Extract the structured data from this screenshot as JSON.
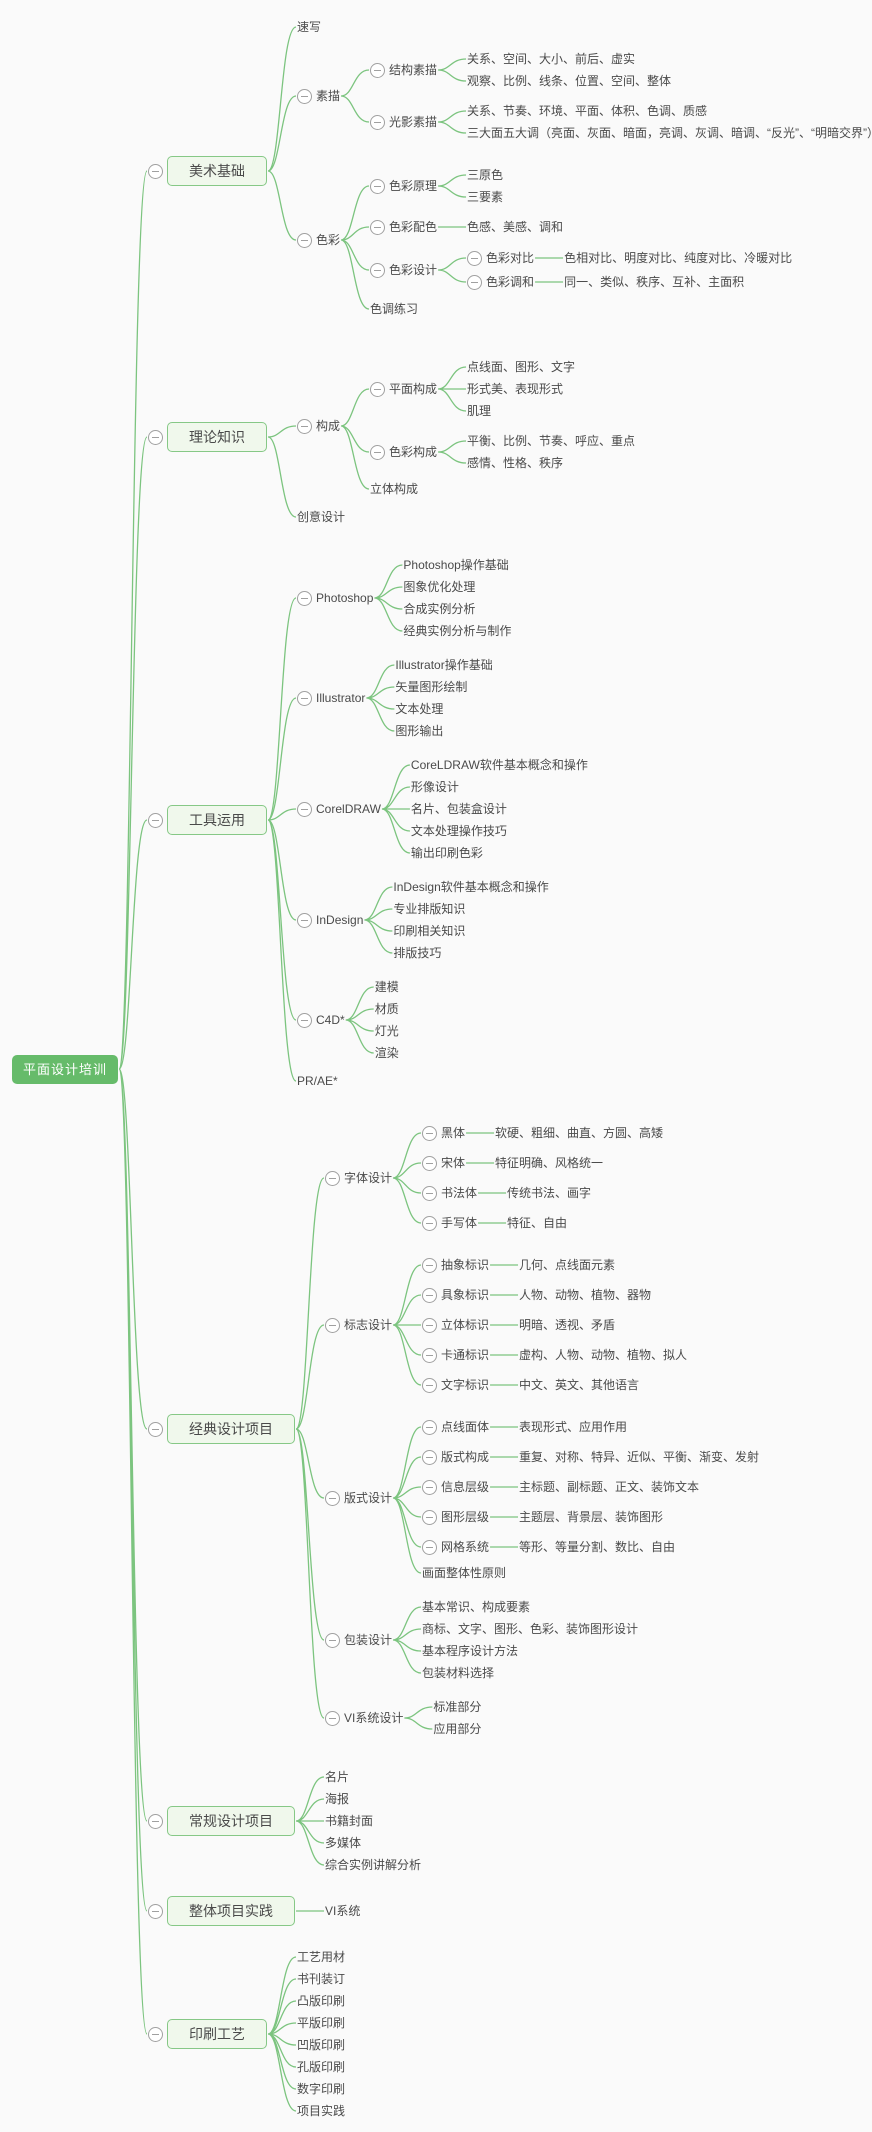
{
  "palette": {
    "background": "#fafafa",
    "text": "#4a4a4a",
    "connector": "#7cc47f",
    "root_fill": "#66bb6a",
    "root_text": "#ffffff",
    "branch_fill": "#f0f8ec",
    "branch_border": "#86c886",
    "icon_border": "#a0a0a0"
  },
  "tree": {
    "label": "平面设计培训",
    "type": "root",
    "children": [
      {
        "label": "美术基础",
        "type": "box",
        "children": [
          {
            "label": "速写"
          },
          {
            "label": "素描",
            "children": [
              {
                "label": "结构素描",
                "children": [
                  {
                    "label": "关系、空间、大小、前后、虚实"
                  },
                  {
                    "label": "观察、比例、线条、位置、空间、整体"
                  }
                ]
              },
              {
                "label": "光影素描",
                "children": [
                  {
                    "label": "关系、节奏、环境、平面、体积、色调、质感"
                  },
                  {
                    "label": "三大面五大调（亮面、灰面、暗面，亮调、灰调、暗调、“反光”、“明暗交界”）"
                  }
                ]
              }
            ]
          },
          {
            "label": "色彩",
            "children": [
              {
                "label": "色彩原理",
                "children": [
                  {
                    "label": "三原色"
                  },
                  {
                    "label": "三要素"
                  }
                ]
              },
              {
                "label": "色彩配色",
                "children": [
                  {
                    "label": "色感、美感、调和"
                  }
                ]
              },
              {
                "label": "色彩设计",
                "children": [
                  {
                    "label": "色彩对比",
                    "children": [
                      {
                        "label": "色相对比、明度对比、纯度对比、冷暖对比"
                      }
                    ]
                  },
                  {
                    "label": "色彩调和",
                    "children": [
                      {
                        "label": "同一、类似、秩序、互补、主面积"
                      }
                    ]
                  }
                ]
              },
              {
                "label": "色调练习"
              }
            ]
          }
        ]
      },
      {
        "label": "理论知识",
        "type": "box",
        "children": [
          {
            "label": "构成",
            "children": [
              {
                "label": "平面构成",
                "children": [
                  {
                    "label": "点线面、图形、文字"
                  },
                  {
                    "label": "形式美、表现形式"
                  },
                  {
                    "label": "肌理"
                  }
                ]
              },
              {
                "label": "色彩构成",
                "children": [
                  {
                    "label": "平衡、比例、节奏、呼应、重点"
                  },
                  {
                    "label": "感情、性格、秩序"
                  }
                ]
              },
              {
                "label": "立体构成"
              }
            ]
          },
          {
            "label": "创意设计"
          }
        ]
      },
      {
        "label": "工具运用",
        "type": "box",
        "children": [
          {
            "label": "Photoshop",
            "children": [
              {
                "label": "Photoshop操作基础"
              },
              {
                "label": "图象优化处理"
              },
              {
                "label": "合成实例分析"
              },
              {
                "label": "经典实例分析与制作"
              }
            ]
          },
          {
            "label": "Illustrator",
            "children": [
              {
                "label": "Illustrator操作基础"
              },
              {
                "label": "矢量图形绘制"
              },
              {
                "label": "文本处理"
              },
              {
                "label": "图形输出"
              }
            ]
          },
          {
            "label": "CorelDRAW",
            "children": [
              {
                "label": "CoreLDRAW软件基本概念和操作"
              },
              {
                "label": "形像设计"
              },
              {
                "label": "名片、包装盒设计"
              },
              {
                "label": "文本处理操作技巧"
              },
              {
                "label": "输出印刷色彩"
              }
            ]
          },
          {
            "label": "InDesign",
            "children": [
              {
                "label": "InDesign软件基本概念和操作"
              },
              {
                "label": "专业排版知识"
              },
              {
                "label": "印刷相关知识"
              },
              {
                "label": "排版技巧"
              }
            ]
          },
          {
            "label": "C4D*",
            "children": [
              {
                "label": "建模"
              },
              {
                "label": "材质"
              },
              {
                "label": "灯光"
              },
              {
                "label": "渲染"
              }
            ]
          },
          {
            "label": "PR/AE*"
          }
        ]
      },
      {
        "label": "经典设计项目",
        "type": "box",
        "children": [
          {
            "label": "字体设计",
            "children": [
              {
                "label": "黑体",
                "children": [
                  {
                    "label": "软硬、粗细、曲直、方圆、高矮"
                  }
                ]
              },
              {
                "label": "宋体",
                "children": [
                  {
                    "label": "特征明确、风格统一"
                  }
                ]
              },
              {
                "label": "书法体",
                "children": [
                  {
                    "label": "传统书法、画字"
                  }
                ]
              },
              {
                "label": "手写体",
                "children": [
                  {
                    "label": "特征、自由"
                  }
                ]
              }
            ]
          },
          {
            "label": "标志设计",
            "children": [
              {
                "label": "抽象标识",
                "children": [
                  {
                    "label": "几何、点线面元素"
                  }
                ]
              },
              {
                "label": "具象标识",
                "children": [
                  {
                    "label": "人物、动物、植物、器物"
                  }
                ]
              },
              {
                "label": "立体标识",
                "children": [
                  {
                    "label": "明暗、透视、矛盾"
                  }
                ]
              },
              {
                "label": "卡通标识",
                "children": [
                  {
                    "label": "虚构、人物、动物、植物、拟人"
                  }
                ]
              },
              {
                "label": "文字标识",
                "children": [
                  {
                    "label": "中文、英文、其他语言"
                  }
                ]
              }
            ]
          },
          {
            "label": "版式设计",
            "children": [
              {
                "label": "点线面体",
                "children": [
                  {
                    "label": "表现形式、应用作用"
                  }
                ]
              },
              {
                "label": "版式构成",
                "children": [
                  {
                    "label": "重复、对称、特异、近似、平衡、渐变、发射"
                  }
                ]
              },
              {
                "label": "信息层级",
                "children": [
                  {
                    "label": "主标题、副标题、正文、装饰文本"
                  }
                ]
              },
              {
                "label": "图形层级",
                "children": [
                  {
                    "label": "主题层、背景层、装饰图形"
                  }
                ]
              },
              {
                "label": "网格系统",
                "children": [
                  {
                    "label": "等形、等量分割、数比、自由"
                  }
                ]
              },
              {
                "label": "画面整体性原则"
              }
            ]
          },
          {
            "label": "包装设计",
            "children": [
              {
                "label": "基本常识、构成要素"
              },
              {
                "label": "商标、文字、图形、色彩、装饰图形设计"
              },
              {
                "label": "基本程序设计方法"
              },
              {
                "label": "包装材料选择"
              }
            ]
          },
          {
            "label": "VI系统设计",
            "children": [
              {
                "label": "标准部分"
              },
              {
                "label": "应用部分"
              }
            ]
          }
        ]
      },
      {
        "label": "常规设计项目",
        "type": "box",
        "children": [
          {
            "label": "名片"
          },
          {
            "label": "海报"
          },
          {
            "label": "书籍封面"
          },
          {
            "label": "多媒体"
          },
          {
            "label": "综合实例讲解分析"
          }
        ]
      },
      {
        "label": "整体项目实践",
        "type": "box",
        "children": [
          {
            "label": "VI系统"
          }
        ]
      },
      {
        "label": "印刷工艺",
        "type": "box",
        "children": [
          {
            "label": "工艺用材"
          },
          {
            "label": "书刊装订"
          },
          {
            "label": "凸版印刷"
          },
          {
            "label": "平版印刷"
          },
          {
            "label": "凹版印刷"
          },
          {
            "label": "孔版印刷"
          },
          {
            "label": "数字印刷"
          },
          {
            "label": "项目实践"
          }
        ]
      }
    ]
  }
}
